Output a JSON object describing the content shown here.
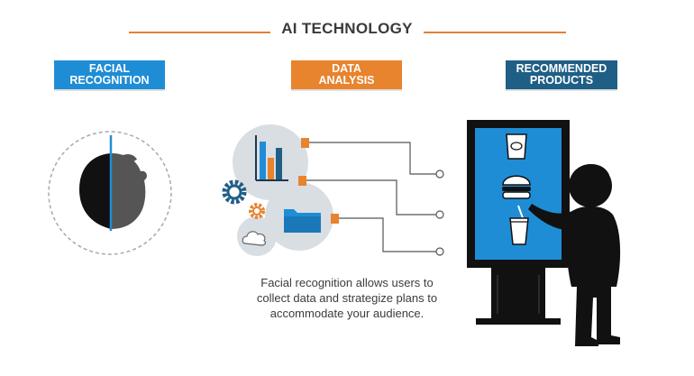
{
  "title": "AI TECHNOLOGY",
  "labels": {
    "facial": [
      "FACIAL",
      "RECOGNITION"
    ],
    "data": [
      "DATA",
      "ANALYSIS"
    ],
    "products": [
      "RECOMMENDED",
      "PRODUCTS"
    ]
  },
  "caption": [
    "Facial recognition allows users to",
    "collect data and strategize plans to",
    "accommodate your audience."
  ],
  "colors": {
    "facial_label": "#1f8dd6",
    "data_label": "#e8832e",
    "products_label": "#1f5f86",
    "accent_orange": "#e8832e",
    "screen_blue": "#1f8dd6",
    "silhouette": "#111111"
  },
  "icons": [
    "face-silhouette-icon",
    "bar-chart-icon",
    "gear-icon",
    "folder-icon",
    "cloud-icon",
    "chips-bag-icon",
    "burger-icon",
    "drink-cup-icon",
    "person-silhouette-icon",
    "kiosk-icon"
  ]
}
